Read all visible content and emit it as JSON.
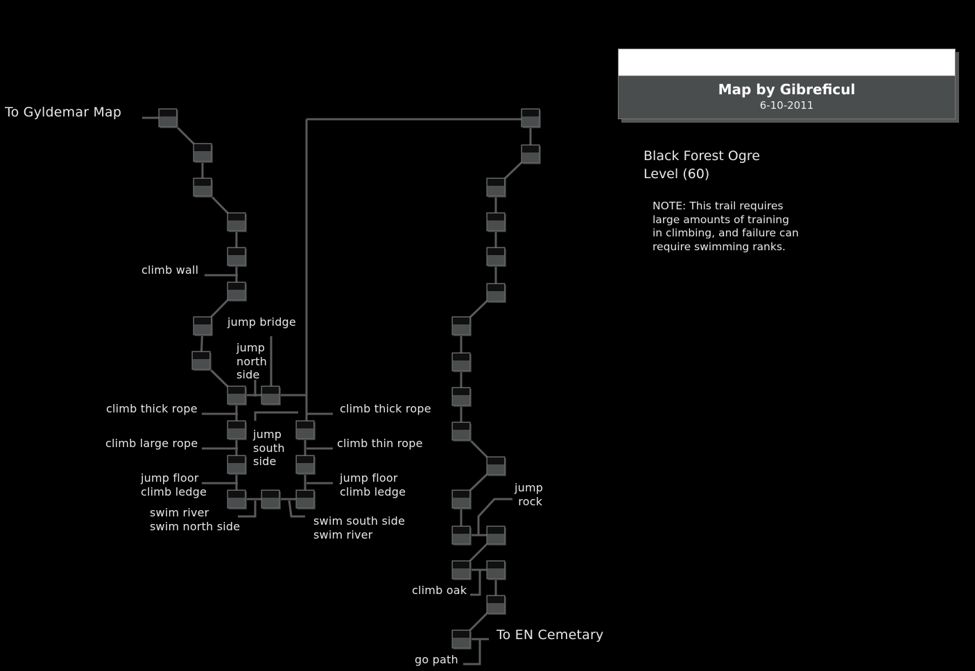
{
  "header": {
    "title": "Aradhul Road",
    "author": "Map by Gibreficul",
    "date": "6-10-2011"
  },
  "creature": {
    "name": "Black Forest Ogre",
    "level": "Level (60)"
  },
  "note": "NOTE: This trail requires\nlarge amounts of training\nin climbing, and failure can\nrequire swimming ranks.",
  "exits": {
    "to_gyldemar": "To Gyldemar Map",
    "to_en_cemetary": "To EN Cemetary"
  },
  "labels": {
    "climb_wall": "climb wall",
    "jump_bridge": "jump bridge",
    "jump_north_side": "jump\nnorth\nside",
    "climb_thick_rope_left": "climb thick rope",
    "climb_thick_rope_right": "climb thick rope",
    "climb_large_rope": "climb large rope",
    "jump_south_side": "jump\nsouth\nside",
    "climb_thin_rope": "climb thin rope",
    "jump_floor_left": "jump floor\nclimb ledge",
    "jump_floor_right": "jump floor\nclimb ledge",
    "swim_left": "swim river\nswim north side",
    "swim_right": "swim south side\nswim river",
    "jump_rock": "jump\n rock",
    "climb_oak": "climb oak",
    "go_path": "go path"
  },
  "colors": {
    "background": "#000000",
    "room_fill": "#4a4d4e",
    "room_top": "#101010",
    "path": "#555555",
    "text": "#e8e8e8"
  }
}
